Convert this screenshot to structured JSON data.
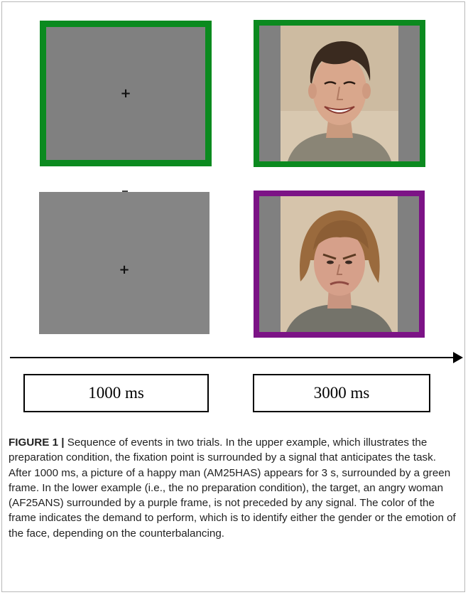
{
  "figure": {
    "panels": [
      {
        "frame_color": "#0b8a1f",
        "content": "fixation",
        "fixation_symbol": "+"
      },
      {
        "frame_color": "#0b8a1f",
        "content": "face",
        "face_icon": "happy-man-face"
      },
      {
        "frame_color": "",
        "content": "fixation",
        "fixation_symbol": "+"
      },
      {
        "frame_color": "#7c1386",
        "content": "face",
        "face_icon": "angry-woman-face"
      }
    ],
    "timeline": {
      "labels": [
        "1000 ms",
        "3000 ms"
      ]
    }
  },
  "caption": {
    "label": "FIGURE 1 |",
    "text": " Sequence of events in two trials. In the upper example, which illustrates the preparation condition, the fixation point is surrounded by a signal that anticipates the task. After 1000 ms, a picture of a happy man (AM25HAS) appears for 3 s, surrounded by a green frame. In the lower example (i.e., the no preparation condition), the target, an angry woman (AF25ANS) surrounded by a purple frame, is not preceded by any signal. The color of the frame indicates the demand to perform, which is to identify either the gender or the emotion of the face, depending on the counterbalancing."
  }
}
